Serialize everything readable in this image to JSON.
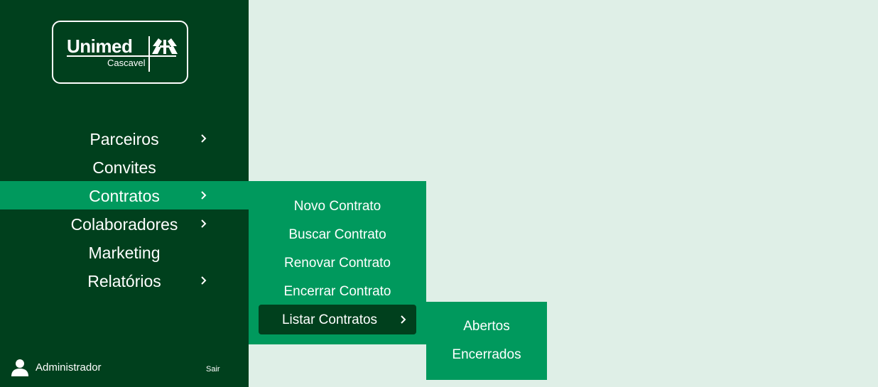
{
  "brand": {
    "name": "Unimed",
    "city": "Cascavel"
  },
  "colors": {
    "sidebar": "#00401d",
    "accent": "#00995d",
    "background": "#dfefe7",
    "text": "#ffffff"
  },
  "sidebar": {
    "items": [
      {
        "label": "Parceiros",
        "has_submenu": true
      },
      {
        "label": "Convites",
        "has_submenu": false
      },
      {
        "label": "Contratos",
        "has_submenu": true,
        "active": true
      },
      {
        "label": "Colaboradores",
        "has_submenu": true
      },
      {
        "label": "Marketing",
        "has_submenu": false
      },
      {
        "label": "Relatórios",
        "has_submenu": true
      }
    ]
  },
  "contratos_menu": {
    "items": [
      {
        "label": "Novo Contrato"
      },
      {
        "label": "Buscar Contrato"
      },
      {
        "label": "Renovar Contrato"
      },
      {
        "label": "Encerrar Contrato"
      },
      {
        "label": "Listar Contratos",
        "has_submenu": true,
        "active": true
      }
    ]
  },
  "listar_menu": {
    "items": [
      {
        "label": "Abertos"
      },
      {
        "label": "Encerrados"
      }
    ]
  },
  "footer": {
    "user_name": "Administrador",
    "user_icon": "user-icon",
    "logout_label": "Sair"
  }
}
